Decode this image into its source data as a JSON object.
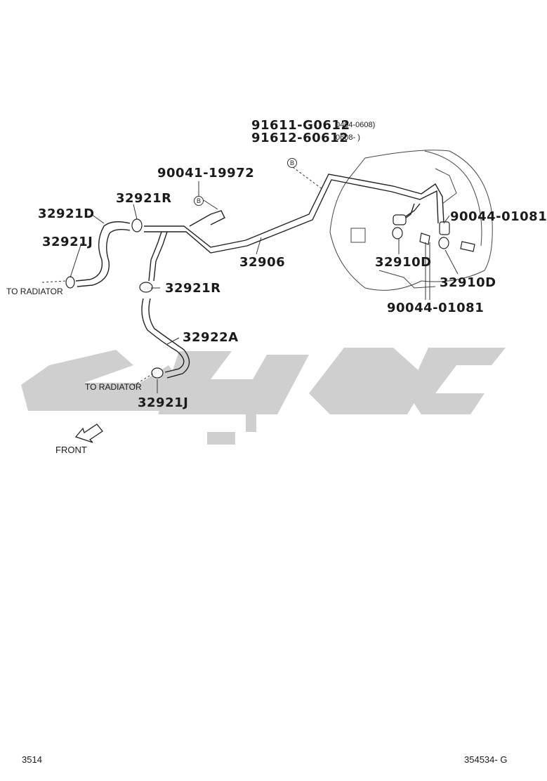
{
  "labels": {
    "p91611": "91611-G0612",
    "p91611_note": "0404-0608)",
    "p91612": "91612-60612",
    "p91612_note": "0608-      )",
    "p90041": "90041-19972",
    "p90044_right": "90044-01081",
    "p90044_bottom": "90044-01081",
    "p32921R_top": "32921R",
    "p32921R_mid": "32921R",
    "p32921D": "32921D",
    "p32921J_left": "32921J",
    "p32921J_bottom": "32921J",
    "p32906": "32906",
    "p32910D_a": "32910D",
    "p32910D_b": "32910D",
    "p32922A": "32922A",
    "to_radiator_1": "TO RADIATOR",
    "to_radiator_2": "TO RADIATOR",
    "front": "FRONT",
    "ref_b": "B"
  },
  "watermark_color": "#cfcfcf",
  "footer": {
    "page_number": "3514",
    "diagram_code": "354534- G"
  }
}
